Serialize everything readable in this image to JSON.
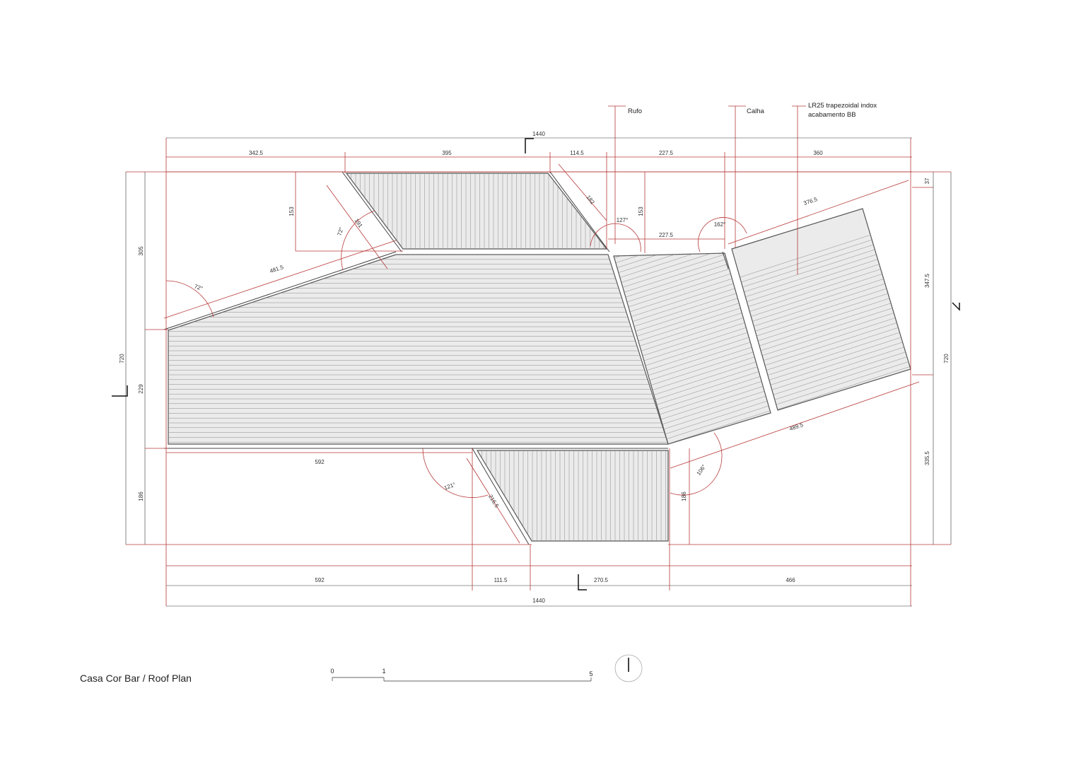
{
  "title": "Casa Cor Bar / Roof Plan",
  "annotations": {
    "rufo": "Rufo",
    "calha": "Calha",
    "material_line1": "LR25 trapezoidal indox",
    "material_line2": "acabamento BB"
  },
  "dimensions": {
    "top_total": "1440",
    "top_1": "342.5",
    "top_2": "395",
    "top_3": "114.5",
    "top_4": "227.5",
    "top_5": "360",
    "bottom_total": "1440",
    "bottom_1": "592",
    "bottom_2": "111.5",
    "bottom_3": "270.5",
    "bottom_4": "466",
    "left_total": "720",
    "left_1": "305",
    "left_2": "229",
    "left_3": "186",
    "right_total": "720",
    "right_1": "37",
    "right_2": "347.5",
    "right_3": "335.5",
    "inner_153a": "153",
    "inner_153b": "153",
    "inner_191": "191",
    "inner_182": "182",
    "inner_227": "227.5",
    "inner_481": "481.5",
    "inner_376": "376.5",
    "inner_489": "489.5",
    "inner_592": "592",
    "inner_186": "186",
    "inner_216": "216.5",
    "angle_72a": "72°",
    "angle_72b": "72°",
    "angle_127": "127°",
    "angle_162": "162°",
    "angle_121": "121°",
    "angle_106": "106°"
  },
  "scale_bar": {
    "label_0": "0",
    "label_1": "1",
    "label_5": "5"
  }
}
